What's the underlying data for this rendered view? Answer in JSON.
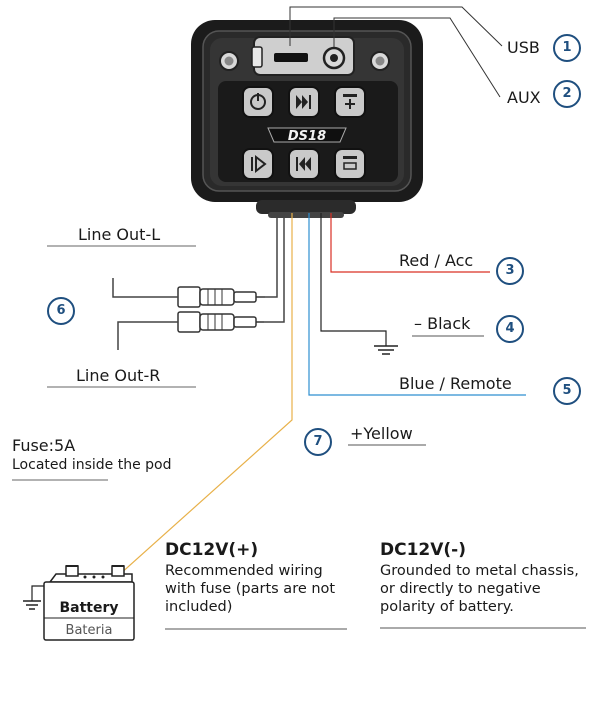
{
  "labels": {
    "usb": "USB",
    "aux": "AUX",
    "red_acc": "Red / Acc",
    "black": "– Black",
    "blue_remote": "Blue / Remote",
    "yellow": "+Yellow",
    "line_out_l": "Line Out-L",
    "line_out_r": "Line Out-R",
    "fuse_title": "Fuse:5A",
    "fuse_desc": "Located inside the pod",
    "battery": "Battery",
    "bateria": "Bateria",
    "logo_text": "DS18"
  },
  "callouts": {
    "usb": "1",
    "aux": "2",
    "red_acc": "3",
    "black": "4",
    "blue_remote": "5",
    "line_out": "6",
    "yellow": "7"
  },
  "dc_positive": {
    "title": "DC12V(+)",
    "desc": "Recommended wiring\nwith fuse (parts are not\nincluded)"
  },
  "dc_negative": {
    "title": "DC12V(-)",
    "desc": "Grounded to metal chassis,\nor directly to negative\npolarity of battery."
  },
  "wire_colors": {
    "red": "#d93025",
    "black": "#222222",
    "blue": "#2e8fd0",
    "yellow": "#e8b14a",
    "callout_circle": "#1f4f7f"
  },
  "buttons": {
    "top_row": [
      "power-mode-icon",
      "next-track-icon",
      "volume-up-icon"
    ],
    "bottom_row": [
      "play-pause-icon",
      "previous-track-icon",
      "volume-down-icon"
    ]
  }
}
